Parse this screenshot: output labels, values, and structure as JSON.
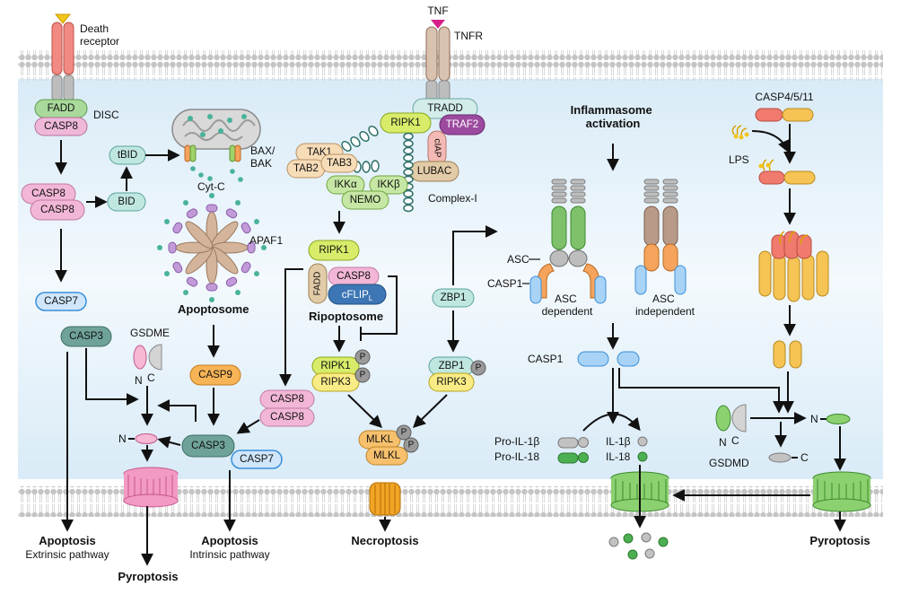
{
  "membrane_colors": {
    "head": "#c8c8c8",
    "interior": "#dcebf5",
    "cytoplasm": "#eef5fb"
  },
  "receptors": {
    "death_receptor": "Death\nreceptor",
    "tnf": "TNF",
    "tnfr": "TNFR"
  },
  "extrinsic": {
    "fadd": "FADD",
    "casp8": "CASP8",
    "disc": "DISC",
    "casp8_dimer_top": "CASP8",
    "casp8_dimer_bottom": "CASP8",
    "bid": "BID",
    "tbid": "tBID",
    "bax_bak": "BAX/\nBAK",
    "cyt_c": "Cyt-C",
    "apaf1": "APAF1",
    "apoptosome": "Apoptosome",
    "casp7": "CASP7",
    "casp3_left": "CASP3",
    "gsdme": "GSDME",
    "n_label": "N",
    "c_label": "C",
    "casp9": "CASP9",
    "casp8_pair_top": "CASP8",
    "casp8_pair_bottom": "CASP8",
    "casp3_center": "CASP3",
    "casp7_center": "CASP7"
  },
  "complex1": {
    "tradd": "TRADD",
    "ripk1": "RIPK1",
    "traf2": "TRAF2",
    "ciap": "cIAP",
    "lubac": "LUBAC",
    "tak1": "TAK1",
    "tab2": "TAB2",
    "tab3": "TAB3",
    "ikka": "IKKα",
    "ikkb": "IKKβ",
    "nemo": "NEMO",
    "complex_label": "Complex-I"
  },
  "ripoptosome": {
    "ripk1": "RIPK1",
    "fadd": "FADD",
    "casp8": "CASP8",
    "cflip": "cFLIP",
    "cflip_sub": "L",
    "label": "Ripoptosome"
  },
  "necroptosis": {
    "ripk1": "RIPK1",
    "ripk3": "RIPK3",
    "p": "P",
    "zbp1": "ZBP1",
    "zbp1_b": "ZBP1",
    "ripk3_b": "RIPK3",
    "mlkl_top": "MLKL",
    "mlkl_bottom": "MLKL"
  },
  "inflammasome": {
    "title_line1": "Inflammasome",
    "title_line2": "activation",
    "asc": "ASC",
    "casp1_side": "CASP1",
    "asc_dependent_1": "ASC",
    "asc_dependent_2": "dependent",
    "asc_independent_1": "ASC",
    "asc_independent_2": "independent",
    "casp1": "CASP1",
    "pro_il1b": "Pro-IL-1β",
    "pro_il18": "Pro-IL-18",
    "il1b": "IL-1β",
    "il18": "IL-18",
    "gsdmd": "GSDMD",
    "n_label": "N",
    "c_label": "C",
    "casp4511": "CASP4/5/11",
    "lps": "LPS"
  },
  "outcomes": {
    "apoptosis": "Apoptosis",
    "extrinsic": "Extrinsic pathway",
    "pyroptosis_left": "Pyroptosis",
    "apoptosis_2": "Apoptosis",
    "intrinsic": "Intrinsic pathway",
    "necroptosis": "Necroptosis",
    "pyroptosis_right": "Pyroptosis"
  }
}
